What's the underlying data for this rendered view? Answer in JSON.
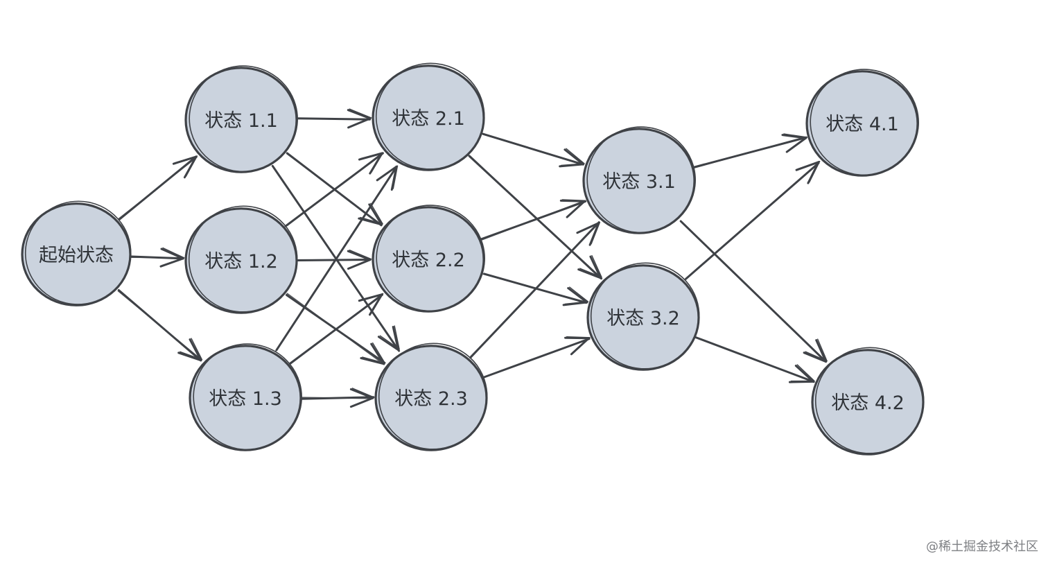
{
  "diagram": {
    "colors": {
      "node_fill": "#cbd3de",
      "stroke": "#3f4247",
      "text": "#2f3338",
      "background": "#ffffff"
    },
    "nodes": [
      {
        "id": "start",
        "label": "起始状态"
      },
      {
        "id": "s1_1",
        "label": "状态 1.1"
      },
      {
        "id": "s1_2",
        "label": "状态 1.2"
      },
      {
        "id": "s1_3",
        "label": "状态 1.3"
      },
      {
        "id": "s2_1",
        "label": "状态 2.1"
      },
      {
        "id": "s2_2",
        "label": "状态 2.2"
      },
      {
        "id": "s2_3",
        "label": "状态 2.3"
      },
      {
        "id": "s3_1",
        "label": "状态 3.1"
      },
      {
        "id": "s3_2",
        "label": "状态 3.2"
      },
      {
        "id": "s4_1",
        "label": "状态 4.1"
      },
      {
        "id": "s4_2",
        "label": "状态 4.2"
      }
    ],
    "edges": [
      {
        "from": "start",
        "to": "s1_1"
      },
      {
        "from": "start",
        "to": "s1_2"
      },
      {
        "from": "start",
        "to": "s1_3"
      },
      {
        "from": "s1_1",
        "to": "s2_1"
      },
      {
        "from": "s1_1",
        "to": "s2_2"
      },
      {
        "from": "s1_1",
        "to": "s2_3"
      },
      {
        "from": "s1_2",
        "to": "s2_1"
      },
      {
        "from": "s1_2",
        "to": "s2_2"
      },
      {
        "from": "s1_2",
        "to": "s2_3"
      },
      {
        "from": "s1_3",
        "to": "s2_1"
      },
      {
        "from": "s1_3",
        "to": "s2_2"
      },
      {
        "from": "s1_3",
        "to": "s2_3"
      },
      {
        "from": "s2_1",
        "to": "s3_1"
      },
      {
        "from": "s2_1",
        "to": "s3_2"
      },
      {
        "from": "s2_2",
        "to": "s3_1"
      },
      {
        "from": "s2_2",
        "to": "s3_2"
      },
      {
        "from": "s2_3",
        "to": "s3_1"
      },
      {
        "from": "s2_3",
        "to": "s3_2"
      },
      {
        "from": "s3_1",
        "to": "s4_1"
      },
      {
        "from": "s3_1",
        "to": "s4_2"
      },
      {
        "from": "s3_2",
        "to": "s4_1"
      },
      {
        "from": "s3_2",
        "to": "s4_2"
      }
    ]
  },
  "watermark": "@稀土掘金技术社区"
}
